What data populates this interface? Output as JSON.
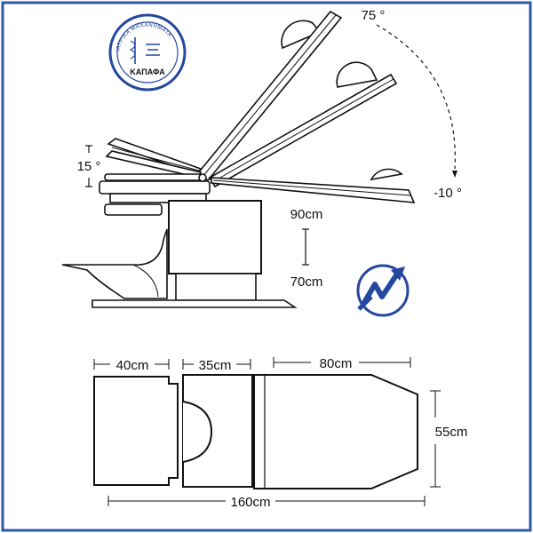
{
  "colors": {
    "border": "#2f5aa8",
    "line": "#111111",
    "logo_blue": "#2447a0"
  },
  "logo": {
    "arc_text": "ΙΑΤΡΙΚΑ ΜΗΧΑΝΗΜΑΤΑ",
    "bottom_text": "ΚΑΠΑΦΑ"
  },
  "side_view": {
    "angle_top": "75 °",
    "angle_bottom": "-10 °",
    "angle_head": "15 °",
    "height_max": "90cm",
    "height_min": "70cm"
  },
  "top_view": {
    "seat_width": "40cm",
    "middle_width": "35cm",
    "back_width": "80cm",
    "total_length": "160cm",
    "table_width": "55cm"
  },
  "icons": {
    "seal": "caduceus-seal-logo",
    "brand_mark": "zigzag-arrow-logo"
  }
}
